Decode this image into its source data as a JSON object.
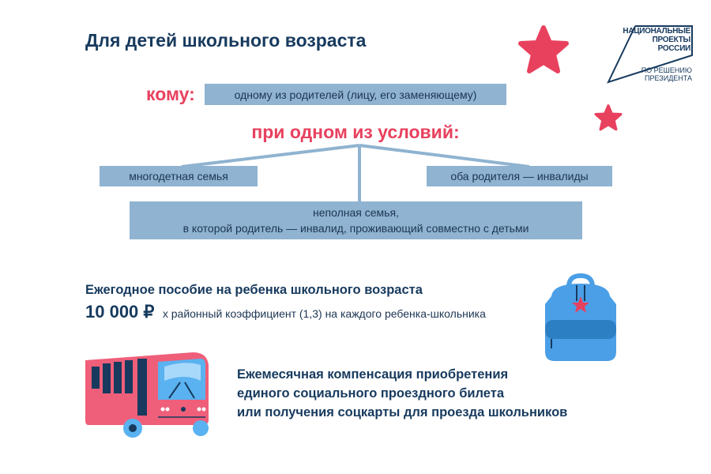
{
  "title": "Для детей школьного возраста",
  "logo": {
    "line1": "НАЦИОНАЛЬНЫЕ",
    "line2": "ПРОЕКТЫ",
    "line3": "РОССИИ",
    "line4": "ПО РЕШЕНИЮ",
    "line5": "ПРЕЗИДЕНТА"
  },
  "whom": {
    "label": "кому:",
    "value": "одному из родителей (лицу, его заменяющему)"
  },
  "conditions": {
    "heading": "при одном из условий:",
    "left": "многодетная семья",
    "right": "оба родителя — инвалиды",
    "bottom_line1": "неполная семья,",
    "bottom_line2": "в которой родитель — инвалид, проживающий совместно с детьми"
  },
  "annual": {
    "heading": "Ежегодное пособие на ребенка школьного возраста",
    "amount": "10 000 ₽",
    "detail": "х районный коэффициент (1,3) на каждого ребенка-школьника"
  },
  "monthly": {
    "line1": "Ежемесячная компенсация приобретения",
    "line2": "единого социального проездного билета",
    "line3": "или получения соцкарты для проезда школьников"
  },
  "colors": {
    "navy": "#173a5e",
    "red": "#e8415e",
    "box": "#8fb3d0",
    "bus": "#ef5f7a",
    "backpack": "#4a9fe6"
  }
}
